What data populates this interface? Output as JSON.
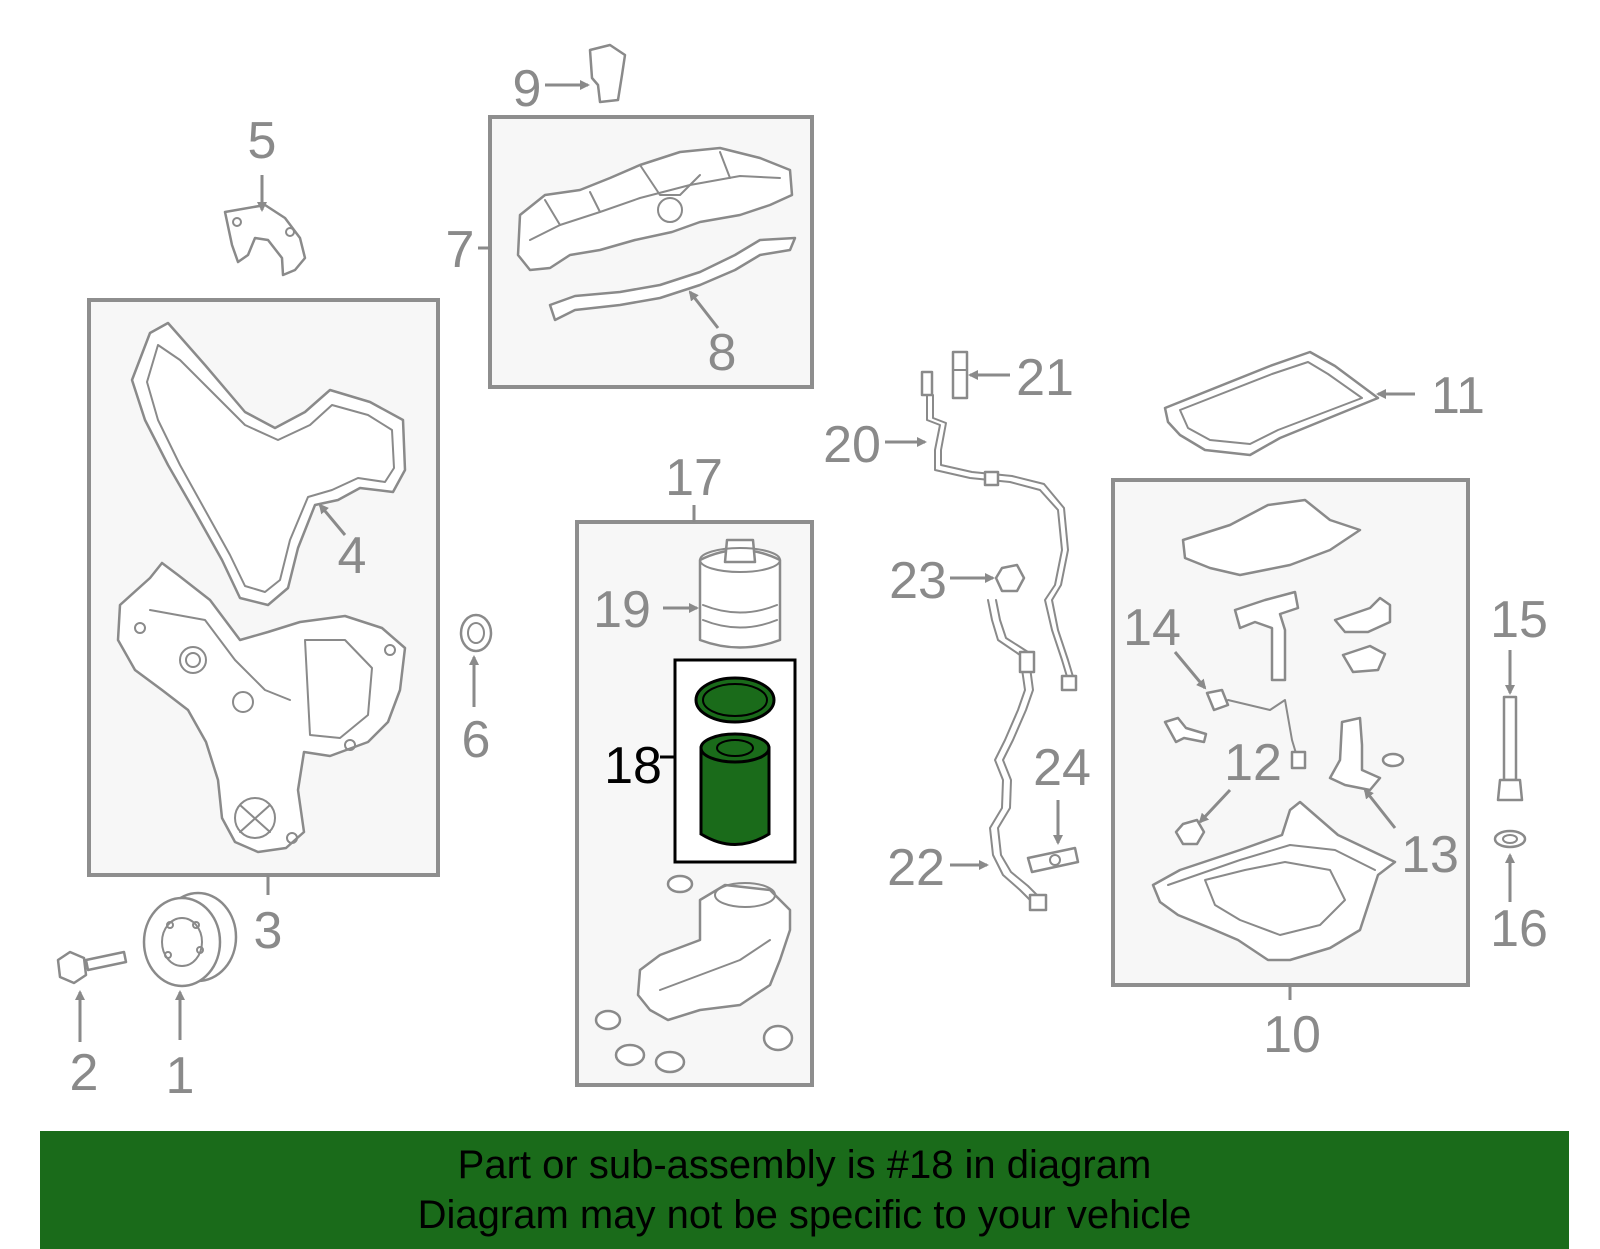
{
  "highlight": {
    "part_number": "18",
    "color": "#1a6b1a"
  },
  "colors": {
    "outline": "#8a8a8a",
    "box_fill": "#f7f7f7",
    "banner": "#1a6b1a"
  },
  "callouts": {
    "n1": "1",
    "n2": "2",
    "n3": "3",
    "n4": "4",
    "n5": "5",
    "n6": "6",
    "n7": "7",
    "n8": "8",
    "n9": "9",
    "n10": "10",
    "n11": "11",
    "n12": "12",
    "n13": "13",
    "n14": "14",
    "n15": "15",
    "n16": "16",
    "n17": "17",
    "n18": "18",
    "n19": "19",
    "n20": "20",
    "n21": "21",
    "n22": "22",
    "n23": "23",
    "n24": "24"
  },
  "banner": {
    "line1": "Part or sub-assembly is #18 in diagram",
    "line2": "Diagram may not be specific to your vehicle"
  }
}
